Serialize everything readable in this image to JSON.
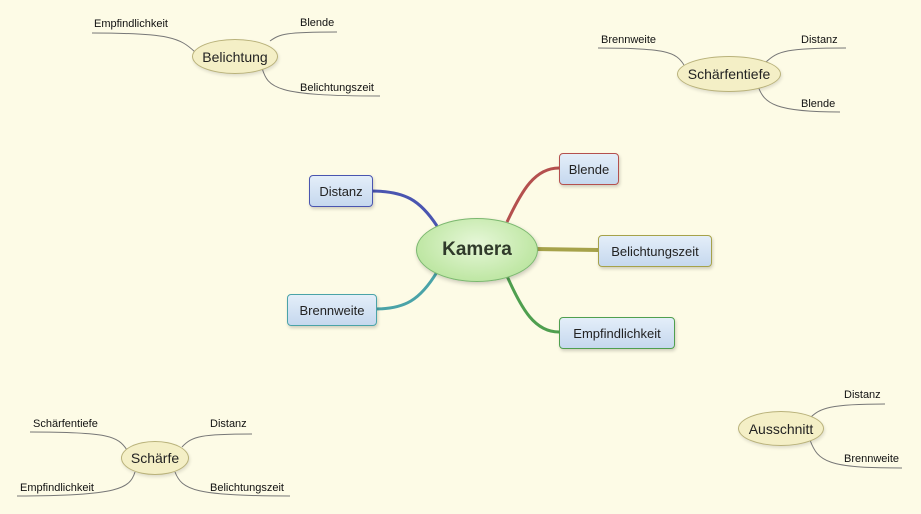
{
  "center": {
    "label": "Kamera"
  },
  "branches": [
    {
      "label": "Distanz",
      "color": "#4a55b0"
    },
    {
      "label": "Brennweite",
      "color": "#4aa3a8"
    },
    {
      "label": "Blende",
      "color": "#b4504e"
    },
    {
      "label": "Belichtungszeit",
      "color": "#a6a24a"
    },
    {
      "label": "Empfindlichkeit",
      "color": "#4f9f4f"
    }
  ],
  "floating": [
    {
      "label": "Belichtung",
      "children": [
        "Empfindlichkeit",
        "Blende",
        "Belichtungszeit"
      ]
    },
    {
      "label": "Schärfentiefe",
      "children": [
        "Brennweite",
        "Distanz",
        "Blende"
      ]
    },
    {
      "label": "Schärfe",
      "children": [
        "Schärfentiefe",
        "Distanz",
        "Empfindlichkeit",
        "Belichtungszeit"
      ]
    },
    {
      "label": "Ausschnitt",
      "children": [
        "Distanz",
        "Brennweite"
      ]
    }
  ],
  "colors": {
    "background": "#fdfbe6",
    "central_fill": "#c2e8a8",
    "topic_fill": "#d5e3f3",
    "floating_fill": "#f4efc6",
    "connector": "#777777"
  }
}
